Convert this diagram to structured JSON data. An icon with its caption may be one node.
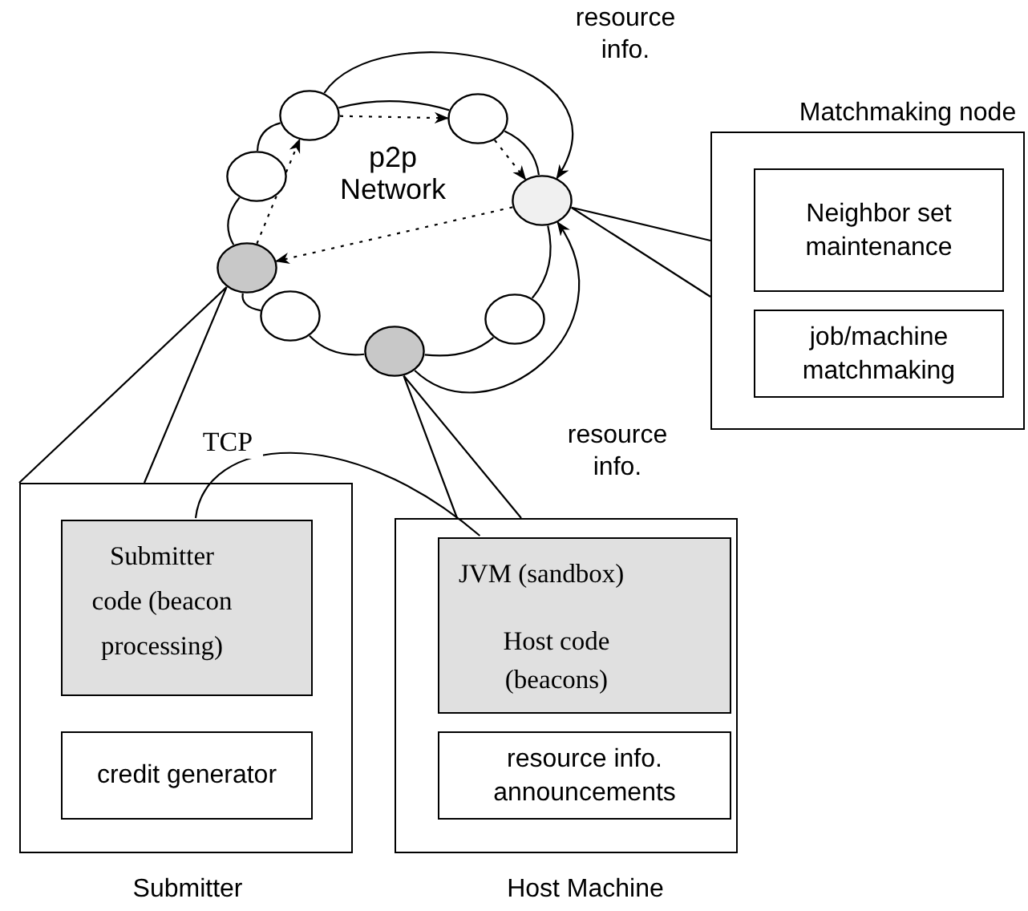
{
  "diagram": {
    "nodes": [
      {
        "text": [],
        "shape": "circle"
      },
      {
        "text": [],
        "shape": "circle"
      },
      {
        "text": [],
        "shape": "circle"
      },
      {
        "text": [],
        "shape": "circle"
      },
      {
        "text": [],
        "shape": "circle"
      },
      {
        "text": [],
        "shape": "circle"
      },
      {
        "text": [],
        "shape": "circle"
      },
      {
        "text": [],
        "shape": "circle"
      },
      {
        "text": [
          "Matchmaking node"
        ]
      },
      {
        "text": [
          "Neighbor set maintenance"
        ],
        "in": 8
      },
      {
        "text": [
          "job/machine matchmaking"
        ],
        "in": 8
      },
      {
        "text": [
          "Submitter"
        ]
      },
      {
        "text": [
          "Submitter code (beacon processing)"
        ],
        "in": 11
      },
      {
        "text": [
          "credit generator"
        ],
        "in": 11
      },
      {
        "text": [
          "Host Machine"
        ]
      },
      {
        "text": [
          "JVM (sandbox)",
          "Host code (beacons)"
        ],
        "in": 14
      },
      {
        "text": [
          "resource info. announcements"
        ],
        "in": 14
      }
    ],
    "edges": [
      {
        "from": 2,
        "to": 0,
        "arrow": "none"
      },
      {
        "from": 0,
        "to": 1,
        "arrow": "none"
      },
      {
        "from": 1,
        "to": 3,
        "arrow": "none"
      },
      {
        "from": 3,
        "to": 7,
        "arrow": "none"
      },
      {
        "from": 7,
        "to": 6,
        "arrow": "none"
      },
      {
        "from": 6,
        "to": 5,
        "arrow": "none"
      },
      {
        "from": 5,
        "to": 4,
        "arrow": "none"
      },
      {
        "from": 4,
        "to": 2,
        "arrow": "none"
      },
      {
        "from": 4,
        "to": 0,
        "arrow": "to",
        "style": "dashed"
      },
      {
        "from": 0,
        "to": 1,
        "arrow": "to",
        "style": "dashed"
      },
      {
        "from": 1,
        "to": 3,
        "arrow": "to",
        "style": "dashed"
      },
      {
        "from": 3,
        "to": 4,
        "arrow": "to",
        "style": "dashed"
      },
      {
        "from": 0,
        "to": 3,
        "arrow": "to",
        "label": "resource info."
      },
      {
        "from": 6,
        "to": 3,
        "arrow": "to",
        "label": "resource info."
      },
      {
        "from": 3,
        "to": 8,
        "arrow": "none"
      },
      {
        "from": 4,
        "to": 11,
        "arrow": "none"
      },
      {
        "from": 6,
        "to": 14,
        "arrow": "none"
      },
      {
        "from": 12,
        "to": 15,
        "arrow": "none",
        "label": "TCP"
      }
    ],
    "labels": [
      "p2p Network"
    ]
  }
}
